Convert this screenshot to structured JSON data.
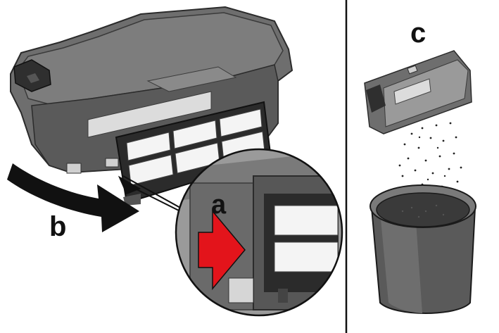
{
  "figure": {
    "step_labels": {
      "a": "a",
      "b": "b",
      "c": "c"
    },
    "colors": {
      "background": "#ffffff",
      "bin_dark": "#4a4a4a",
      "bin_mid": "#6e6e6e",
      "bin_light": "#9a9a9a",
      "filter_frame": "#2b2b2b",
      "filter_mesh": "#ffffff",
      "arrow_black": "#111111",
      "arrow_red": "#e3141b",
      "trash_can": "#5a5a5a",
      "divider": "#111111"
    }
  }
}
